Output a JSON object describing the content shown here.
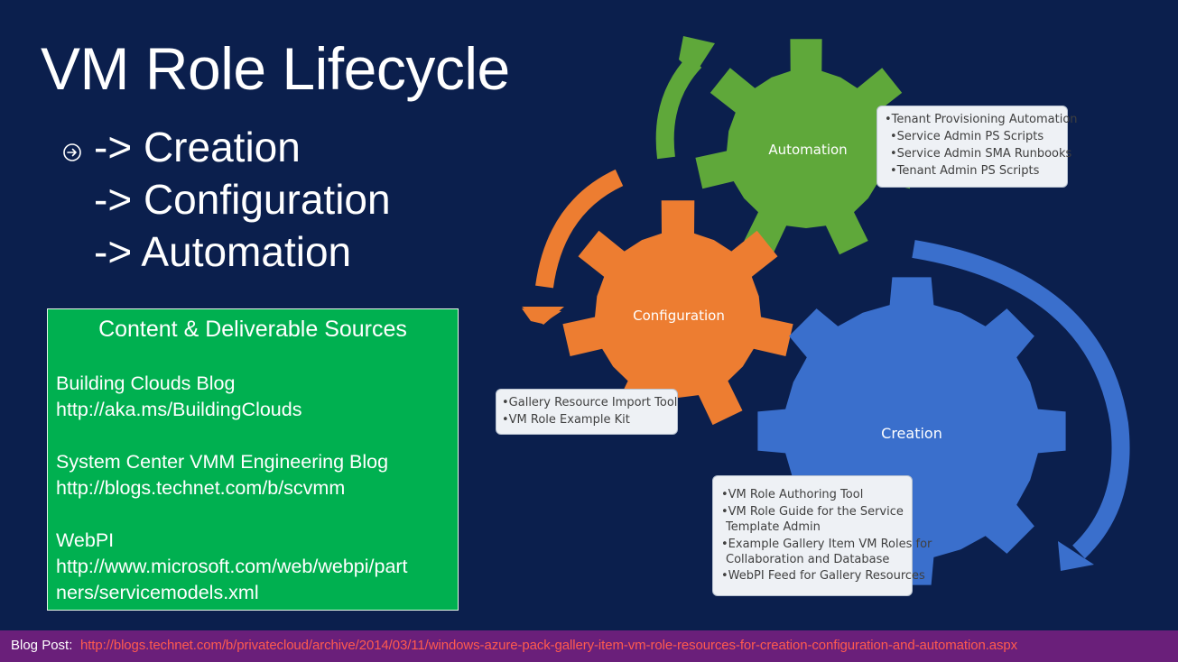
{
  "title": "VM Role Lifecycle",
  "lifecycle_steps": [
    "-> Creation",
    "-> Configuration",
    "-> Automation"
  ],
  "sources": {
    "heading": "Content & Deliverable Sources",
    "lines": [
      "Building Clouds Blog",
      "http://aka.ms/BuildingClouds",
      "System Center VMM Engineering Blog",
      "http://blogs.technet.com/b/scvmm",
      "WebPI",
      "http://www.microsoft.com/web/webpi/part",
      "ners/servicemodels.xml"
    ]
  },
  "diagram": {
    "gears": [
      {
        "label": "Automation",
        "color": "#5fa83a"
      },
      {
        "label": "Configuration",
        "color": "#ed7d31"
      },
      {
        "label": "Creation",
        "color": "#3a6fcc"
      }
    ],
    "automation_callout": [
      "•Tenant Provisioning Automation",
      "•Service Admin PS Scripts",
      "•Service Admin SMA Runbooks",
      "•Tenant Admin PS Scripts"
    ],
    "configuration_callout": [
      "•Gallery Resource Import Tool",
      "•VM Role Example Kit"
    ],
    "creation_callout": [
      "•VM Role Authoring Tool",
      "•VM Role Guide for the Service",
      "Template Admin",
      "•Example Gallery Item VM Roles for",
      "Collaboration and Database",
      "•WebPI Feed for Gallery Resources"
    ]
  },
  "blog": {
    "label": "Blog Post:",
    "url": "http://blogs.technet.com/b/privatecloud/archive/2014/03/11/windows-azure-pack-gallery-item-vm-role-resources-for-creation-configuration-and-automation.aspx"
  },
  "colors": {
    "background": "#0b1f4d",
    "sources_box": "#00b050",
    "blog_bar": "#6a1f7a",
    "blog_url": "#ff5a4e"
  }
}
